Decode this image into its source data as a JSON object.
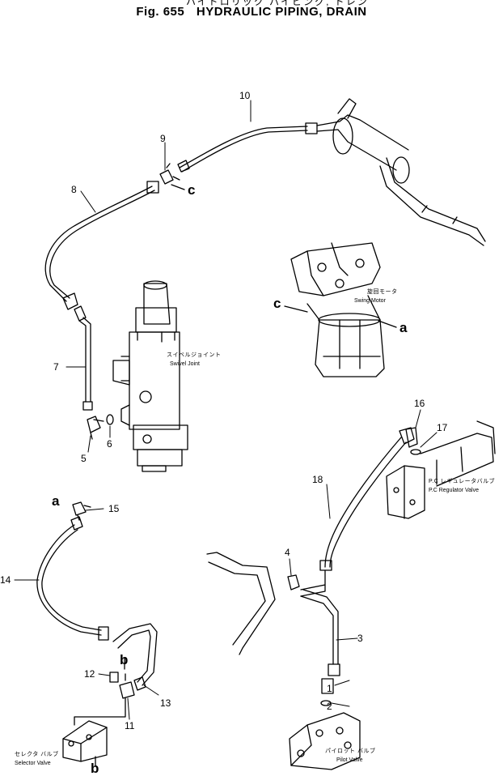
{
  "figure": {
    "japanese_title": "ハイドロリック パイピング, ドレン",
    "fig_label": "Fig. 655",
    "title": "HYDRAULIC PIPING, DRAIN"
  },
  "part_numbers": [
    "1",
    "2",
    "3",
    "4",
    "5",
    "6",
    "7",
    "8",
    "9",
    "10",
    "11",
    "12",
    "13",
    "14",
    "15",
    "16",
    "17",
    "18"
  ],
  "connection_letters": [
    "a",
    "a",
    "b",
    "b",
    "c",
    "c"
  ],
  "components": {
    "swivel_joint": {
      "jp": "スイベルジョイント",
      "en": "Swivel Joint"
    },
    "swing_motor": {
      "jp": "旋回モータ",
      "en": "Swing Motor"
    },
    "pc_regulator_valve": {
      "jp": "P.C レギュレータバルブ",
      "en": "P.C Regulator Valve"
    },
    "selector_valve": {
      "jp": "セレクタ バルブ",
      "en": "Selector Valve"
    },
    "pilot_valve": {
      "jp": "パイロット バルブ",
      "en": "Pilot Valve"
    }
  }
}
